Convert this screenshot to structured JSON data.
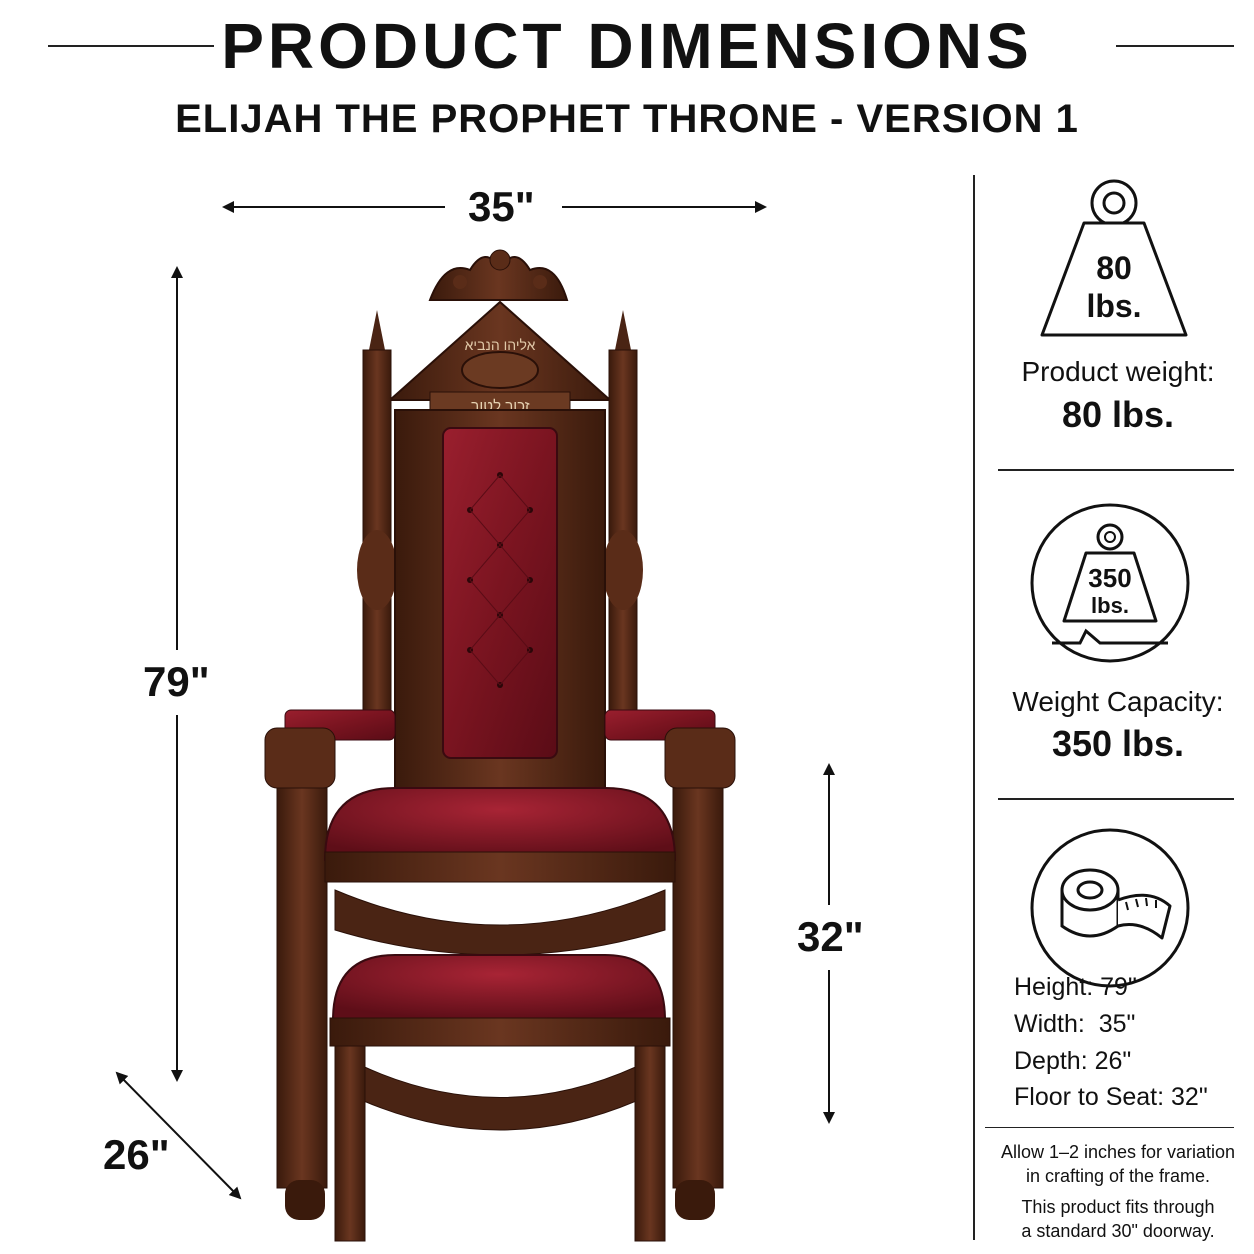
{
  "header": {
    "title": "PRODUCT DIMENSIONS",
    "subtitle": "ELIJAH THE PROPHET THRONE - VERSION 1"
  },
  "dimensions": {
    "width": "35\"",
    "height": "79\"",
    "seat_height": "32\"",
    "depth": "26\""
  },
  "throne": {
    "inscription_top": "אליהו הנביא",
    "inscription_plaque": "זכור לטוב",
    "upholstery_color": "#7a1420",
    "wood_color": "#4a2414"
  },
  "weight": {
    "icon_value": "80",
    "icon_unit": "lbs.",
    "label": "Product weight:",
    "value": "80 lbs."
  },
  "capacity": {
    "icon_value": "350",
    "icon_unit": "lbs.",
    "label": "Weight Capacity:",
    "value": "350 lbs."
  },
  "specs": {
    "height": "Height: 79\"",
    "width": "Width:  35\"",
    "depth": "Depth: 26\"",
    "floor_to_seat": "Floor to Seat: 32\""
  },
  "notes": {
    "variation_line1": "Allow 1–2 inches for variation",
    "variation_line2": "in crafting of the frame.",
    "doorway_line1": "This product fits through",
    "doorway_line2": "a standard 30\" doorway."
  }
}
